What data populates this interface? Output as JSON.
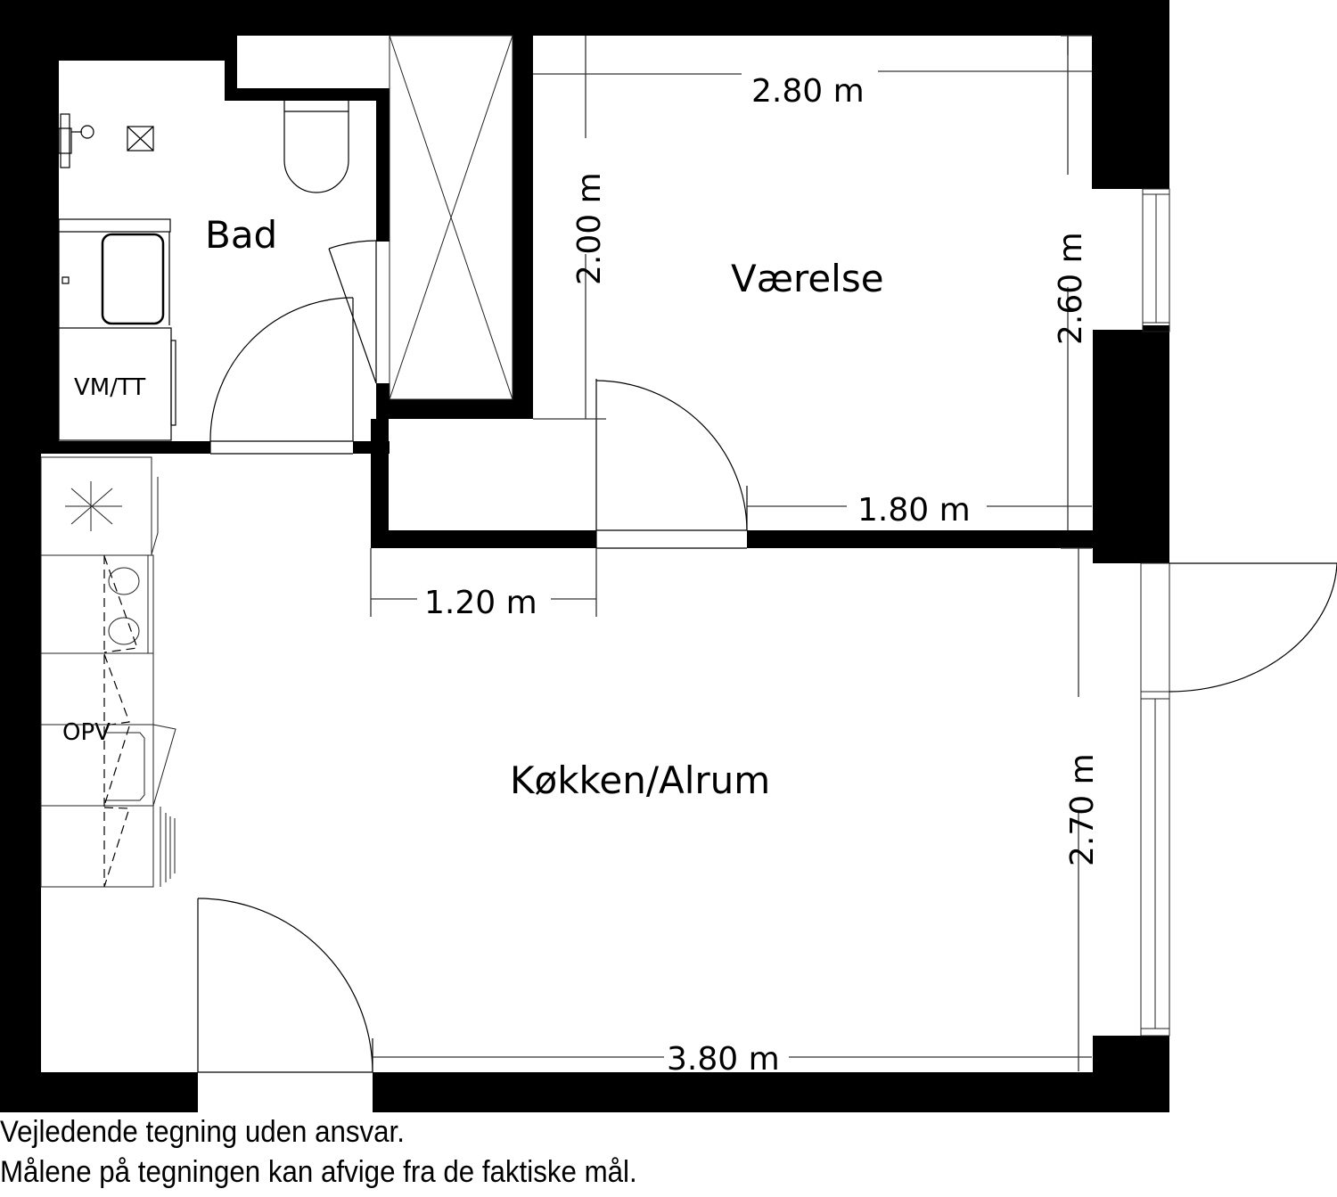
{
  "rooms": {
    "bad": {
      "label": "Bad"
    },
    "vaerelse": {
      "label": "Værelse"
    },
    "kokken_alrum": {
      "label": "Køkken/Alrum"
    }
  },
  "fixtures": {
    "washer_dryer": {
      "label": "VM/TT"
    },
    "dishwasher": {
      "label": "OPV"
    }
  },
  "dimensions": {
    "vaerelse_width_top": "2.80 m",
    "vaerelse_height_left": "2.00 m",
    "vaerelse_height_right": "2.60 m",
    "vaerelse_width_bottom": "1.80 m",
    "hall_width": "1.20 m",
    "kitchen_height": "2.70 m",
    "kitchen_width": "3.80  m"
  },
  "footer": {
    "line1": "Vejledende tegning uden ansvar.",
    "line2": "Målene på tegningen kan afvige fra de faktiske mål."
  }
}
